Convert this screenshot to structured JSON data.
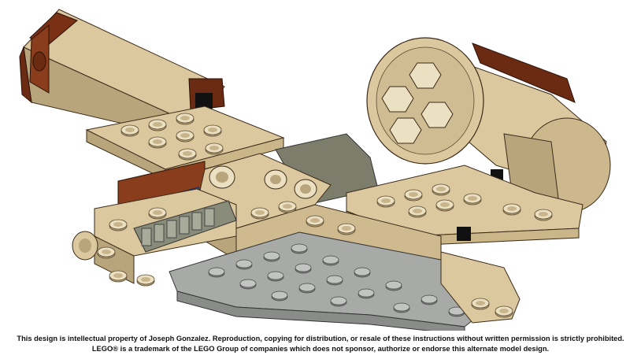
{
  "image": {
    "subject": "lego-model-render",
    "colors": {
      "tan": "#dcc89e",
      "tan_shadow": "#b9a57c",
      "tan_light": "#ece0c2",
      "dark_brown": "#6b2a12",
      "brown": "#8a3d1c",
      "light_gray": "#a8aaa8",
      "gray_shadow": "#8a8c8a",
      "dark_gray": "#7d7d6c",
      "blue": "#1f5fd6",
      "black": "#111111"
    }
  },
  "footer": {
    "line1": "This design is intellectual property of Joseph Gonzalez.  Reproduction, copying for distribution, or resale of these instructions without written permission is strictly prohibited.",
    "line2": "LEGO® is a trademark of the LEGO Group of companies which does not sponsor, authorize or endorse this alternate model design."
  }
}
